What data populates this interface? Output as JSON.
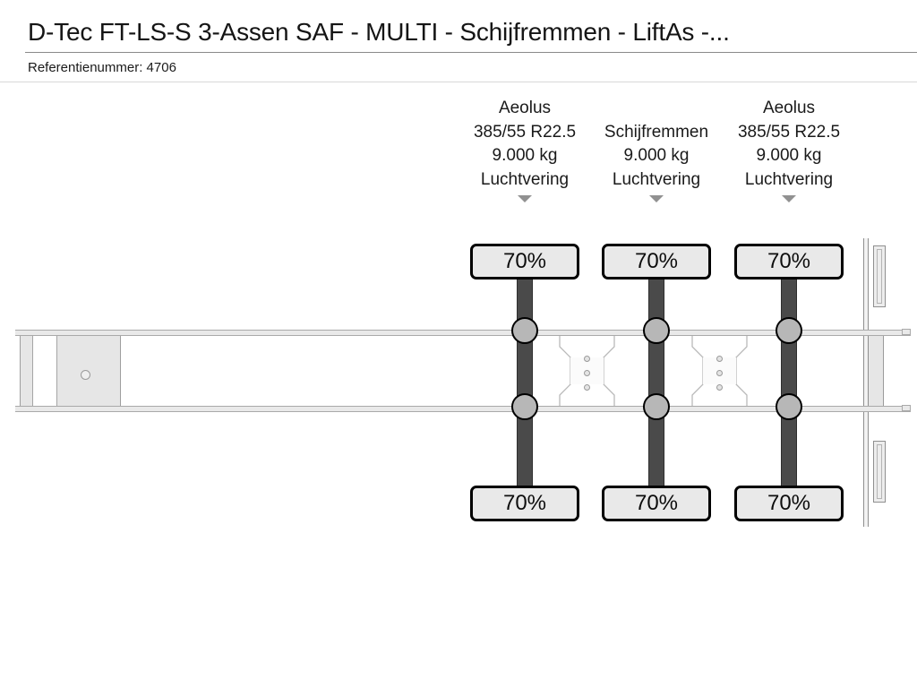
{
  "header": {
    "title": "D-Tec FT-LS-S 3-Assen SAF - MULTI - Schijfremmen - LiftAs -...",
    "reference_label": "Referentienummer: 4706"
  },
  "diagram": {
    "type": "trailer-axle-configuration",
    "chassis": {
      "kingpin_icon": "kingpin-hole",
      "crossmember_hole_count": 3
    },
    "axles": [
      {
        "id": "axle-1",
        "label_lines": [
          "Aeolus",
          "385/55 R22.5",
          "9.000 kg",
          "Luchtvering"
        ],
        "caret_icon": "caret-down-icon",
        "tread_top": "70%",
        "tread_bottom": "70%",
        "offset_label": false
      },
      {
        "id": "axle-2",
        "label_lines": [
          "Schijfremmen",
          "9.000 kg",
          "Luchtvering"
        ],
        "caret_icon": "caret-down-icon",
        "tread_top": "70%",
        "tread_bottom": "70%",
        "offset_label": true
      },
      {
        "id": "axle-3",
        "label_lines": [
          "Aeolus",
          "385/55 R22.5",
          "9.000 kg",
          "Luchtvering"
        ],
        "caret_icon": "caret-down-icon",
        "tread_top": "70%",
        "tread_bottom": "70%",
        "offset_label": false
      }
    ]
  },
  "colors": {
    "axle_bar": "#4a4a4a",
    "hub_fill": "#b7b7b7",
    "badge_fill": "#e9e9e9",
    "badge_border": "#000000",
    "rail_fill": "#e9e9e9",
    "rail_border": "#a9a9a9",
    "caret": "#919191",
    "text": "#1a1a1a",
    "background": "#ffffff"
  }
}
